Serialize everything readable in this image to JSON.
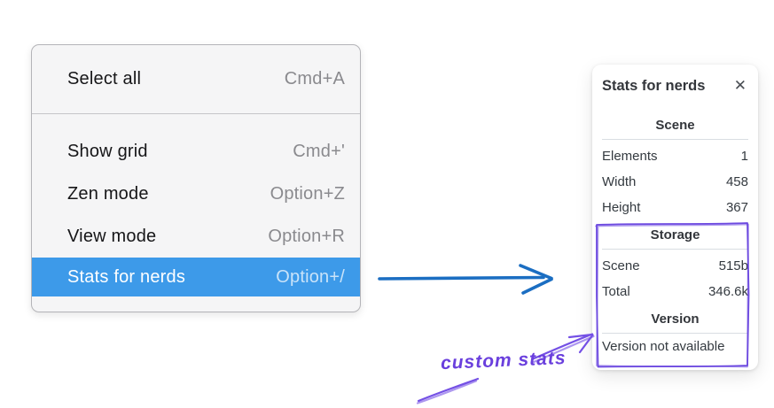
{
  "context_menu": {
    "sections": [
      {
        "items": [
          {
            "label": "Select all",
            "shortcut": "Cmd+A",
            "selected": false
          }
        ]
      },
      {
        "items": [
          {
            "label": "Show grid",
            "shortcut": "Cmd+'",
            "selected": false
          },
          {
            "label": "Zen mode",
            "shortcut": "Option+Z",
            "selected": false
          },
          {
            "label": "View mode",
            "shortcut": "Option+R",
            "selected": false
          },
          {
            "label": "Stats for nerds",
            "shortcut": "Option+/",
            "selected": true
          }
        ]
      }
    ]
  },
  "stats_panel": {
    "title": "Stats for nerds",
    "close_icon": "✕",
    "sections": [
      {
        "heading": "Scene",
        "rows": [
          {
            "label": "Elements",
            "value": "1"
          },
          {
            "label": "Width",
            "value": "458"
          },
          {
            "label": "Height",
            "value": "367"
          }
        ]
      },
      {
        "heading": "Storage",
        "rows": [
          {
            "label": "Scene",
            "value": "515b"
          },
          {
            "label": "Total",
            "value": "346.6k"
          }
        ]
      },
      {
        "heading": "Version",
        "note": "Version not available"
      }
    ]
  },
  "annotation": {
    "label": "custom stats"
  },
  "colors": {
    "menu_highlight": "#3d9ae9",
    "pointer_arrow_blue": "#1b6ec2",
    "annotation_purple": "#6d4ae0",
    "menu_background": "#f5f5f6",
    "panel_text": "#343a40"
  }
}
